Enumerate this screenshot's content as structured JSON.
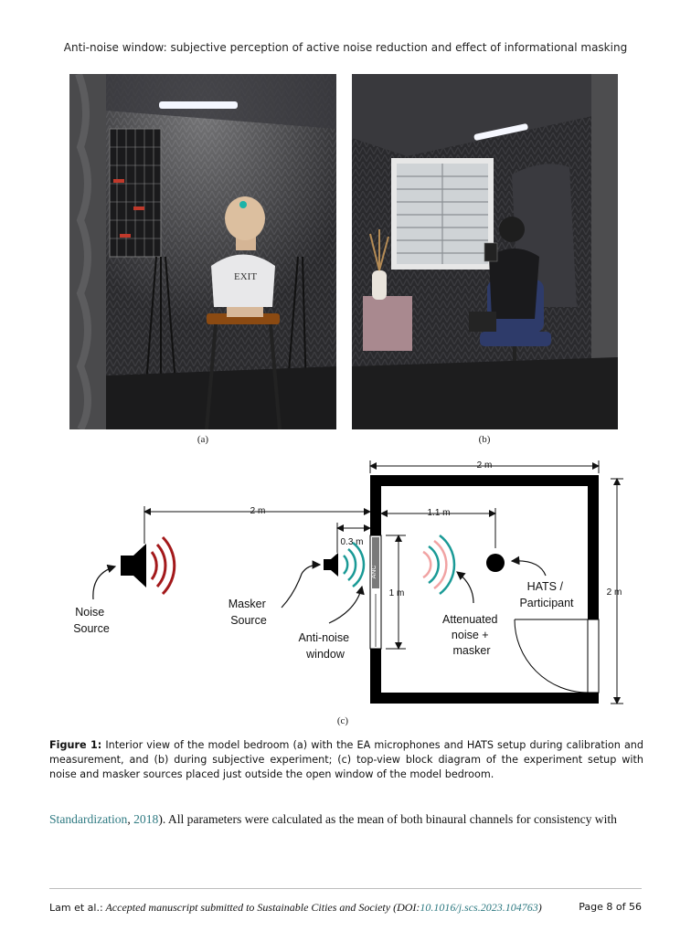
{
  "running_head": "Anti-noise window: subjective perception of active noise reduction and effect of informational masking",
  "subfigure_labels": {
    "a": "(a)",
    "b": "(b)",
    "c": "(c)"
  },
  "shirt_text": "EXIT",
  "diagram": {
    "dim_2m_noise": "2 m",
    "dim_2m_top": "2 m",
    "dim_2m_right": "2 m",
    "dim_1_1m": "1.1 m",
    "dim_0_3m": "0.3 m",
    "dim_1m": "1 m",
    "anc_label": "ANC",
    "noise_source": [
      "Noise",
      "Source"
    ],
    "masker_source": [
      "Masker",
      "Source"
    ],
    "anti_noise_window": [
      "Anti-noise",
      "window"
    ],
    "attenuated": [
      "Attenuated",
      "noise +",
      "masker"
    ],
    "hats": [
      "HATS /",
      "Participant"
    ],
    "colors": {
      "noise_wave": "#a3191b",
      "anc_wave": "#1a9a96",
      "attenuated_wave_light": "#f1a3a3"
    }
  },
  "caption": {
    "label": "Figure 1:",
    "text": " Interior view of the model bedroom (a) with the EA microphones and HATS setup during calibration and measurement, and (b) during subjective experiment; (c) top-view block diagram of the experiment setup with noise and masker sources placed just outside the open window of the model bedroom."
  },
  "body_text": {
    "link1": "Standardization",
    "sep": ", ",
    "link2": "2018",
    "rest": "). All parameters were calculated as the mean of both binaural channels for consistency with"
  },
  "footer": {
    "authors": "Lam et al.:",
    "journal": " Accepted manuscript submitted to Sustainable Cities and Society (DOI:",
    "doi": "10.1016/j.scs.2023.104763",
    "close": ")",
    "page": "Page 8 of 56"
  }
}
